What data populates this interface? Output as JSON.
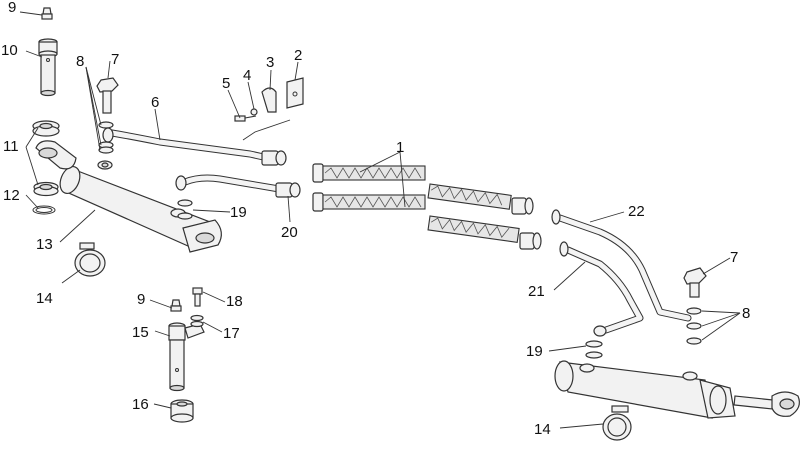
{
  "callouts": [
    {
      "id": "c1",
      "text": "1"
    },
    {
      "id": "c2",
      "text": "2"
    },
    {
      "id": "c3",
      "text": "3"
    },
    {
      "id": "c4",
      "text": "4"
    },
    {
      "id": "c5",
      "text": "5"
    },
    {
      "id": "c6",
      "text": "6"
    },
    {
      "id": "c7a",
      "text": "7"
    },
    {
      "id": "c7b",
      "text": "7"
    },
    {
      "id": "c8a",
      "text": "8"
    },
    {
      "id": "c8b",
      "text": "8"
    },
    {
      "id": "c9a",
      "text": "9"
    },
    {
      "id": "c9b",
      "text": "9"
    },
    {
      "id": "c10",
      "text": "10"
    },
    {
      "id": "c11",
      "text": "11"
    },
    {
      "id": "c12",
      "text": "12"
    },
    {
      "id": "c13",
      "text": "13"
    },
    {
      "id": "c14a",
      "text": "14"
    },
    {
      "id": "c14b",
      "text": "14"
    },
    {
      "id": "c15",
      "text": "15"
    },
    {
      "id": "c16",
      "text": "16"
    },
    {
      "id": "c17",
      "text": "17"
    },
    {
      "id": "c18",
      "text": "18"
    },
    {
      "id": "c19a",
      "text": "19"
    },
    {
      "id": "c19b",
      "text": "19"
    },
    {
      "id": "c20",
      "text": "20"
    },
    {
      "id": "c21",
      "text": "21"
    },
    {
      "id": "c22",
      "text": "22"
    }
  ]
}
